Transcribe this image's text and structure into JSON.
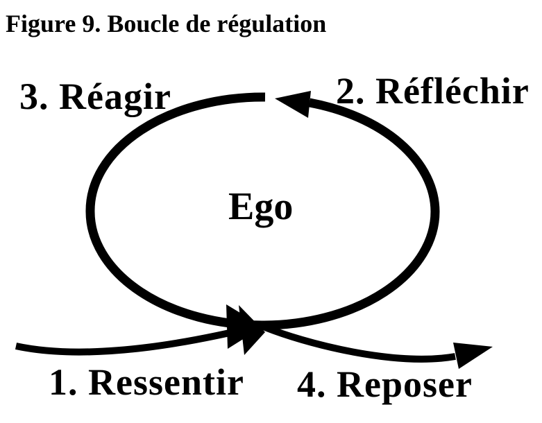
{
  "figure": {
    "caption": "Figure 9. Boucle de régulation"
  },
  "diagram": {
    "center_label": "Ego",
    "steps": [
      {
        "label": "1. Ressentir",
        "position": "bottom-left"
      },
      {
        "label": "2. Réfléchir",
        "position": "top-right"
      },
      {
        "label": "3. Réagir",
        "position": "top-left"
      },
      {
        "label": "4. Reposer",
        "position": "bottom-right"
      }
    ],
    "colors": {
      "ink": "#000000",
      "background": "#ffffff"
    }
  }
}
